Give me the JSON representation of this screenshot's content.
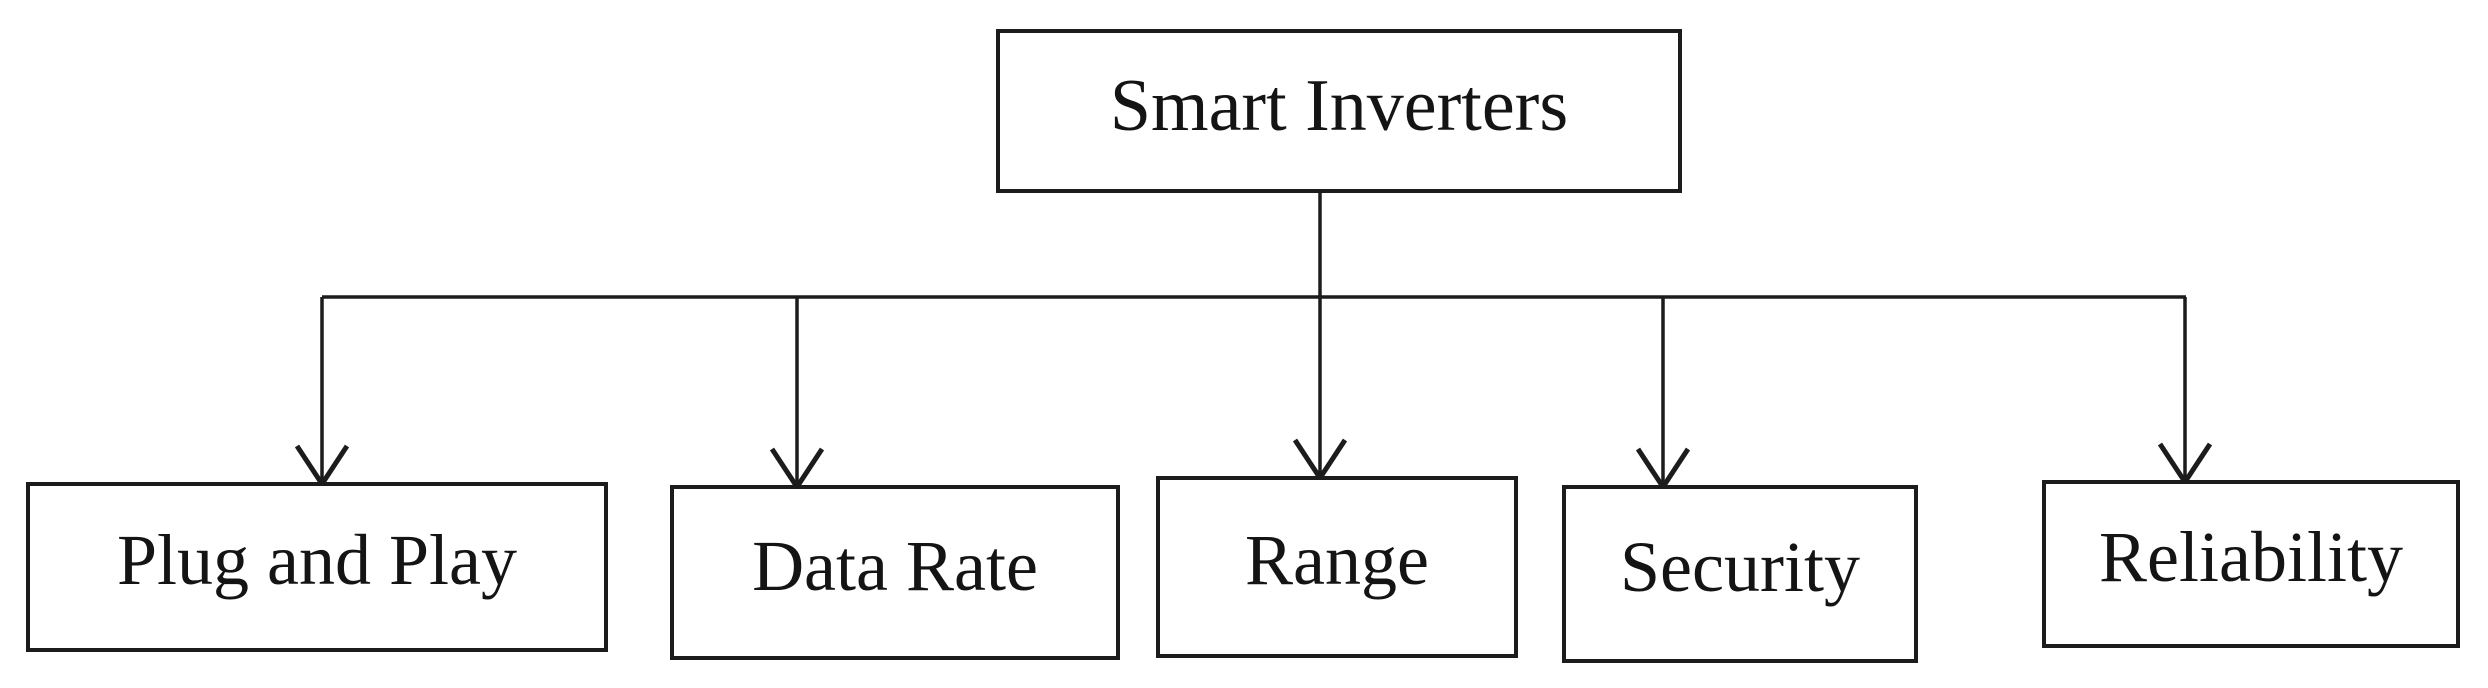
{
  "diagram": {
    "root": {
      "label": "Smart Inverters"
    },
    "children": [
      {
        "label": "Plug and Play"
      },
      {
        "label": "Data Rate"
      },
      {
        "label": "Range"
      },
      {
        "label": "Security"
      },
      {
        "label": "Reliability"
      }
    ],
    "colors": {
      "line": "#1c1c1c",
      "text": "#141414",
      "background": "#ffffff",
      "box_fill": "#ffffff"
    }
  }
}
